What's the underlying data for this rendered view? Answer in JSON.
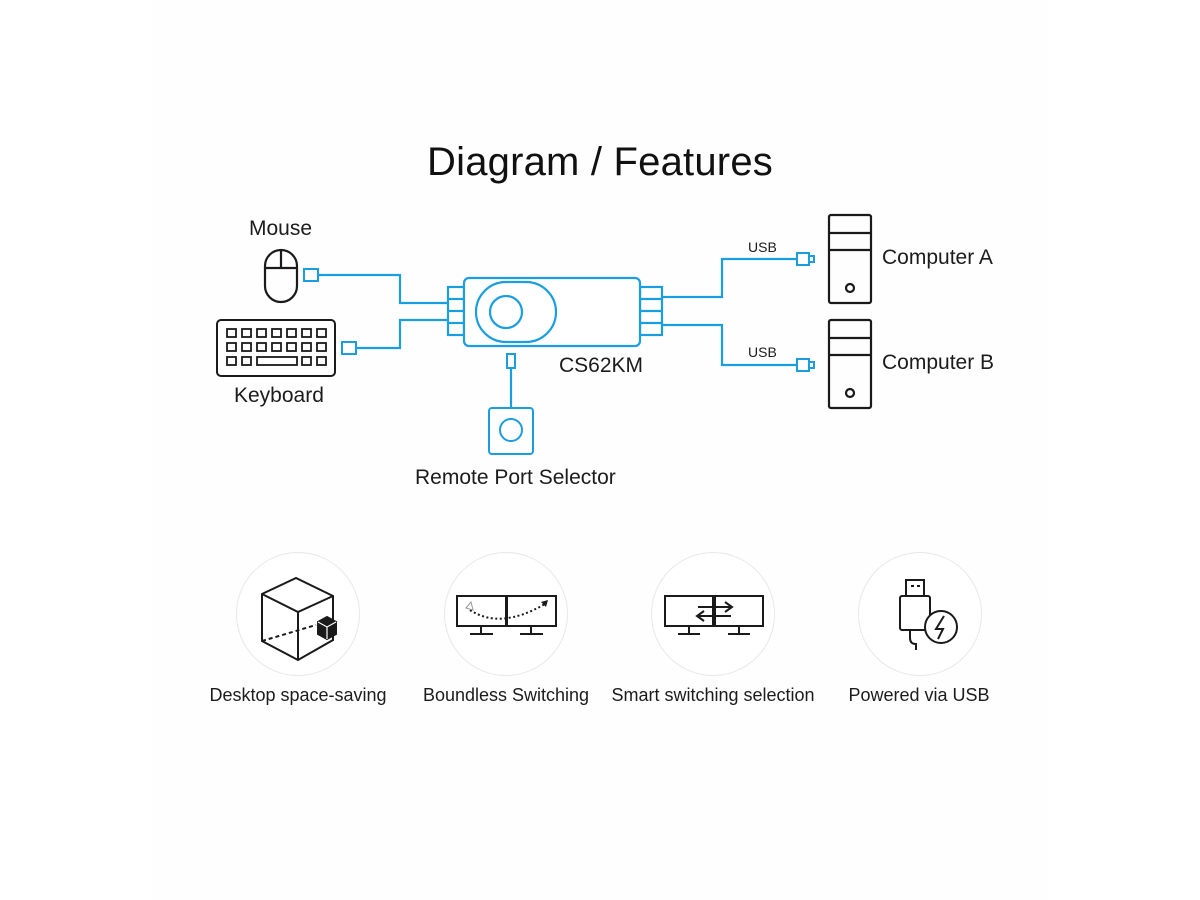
{
  "title": "Diagram / Features",
  "diagram": {
    "mouse_label": "Mouse",
    "keyboard_label": "Keyboard",
    "device_label": "CS62KM",
    "remote_label": "Remote Port Selector",
    "computer_a_label": "Computer A",
    "computer_b_label": "Computer B",
    "usb_a_label": "USB",
    "usb_b_label": "USB",
    "cable_color": "#1a9ee0"
  },
  "features": [
    {
      "label": "Desktop space-saving",
      "icon": "cube-icon"
    },
    {
      "label": "Boundless Switching",
      "icon": "dual-monitor-cursor-icon"
    },
    {
      "label": "Smart switching selection",
      "icon": "dual-monitor-switch-icon"
    },
    {
      "label": "Powered via USB",
      "icon": "usb-power-icon"
    }
  ]
}
